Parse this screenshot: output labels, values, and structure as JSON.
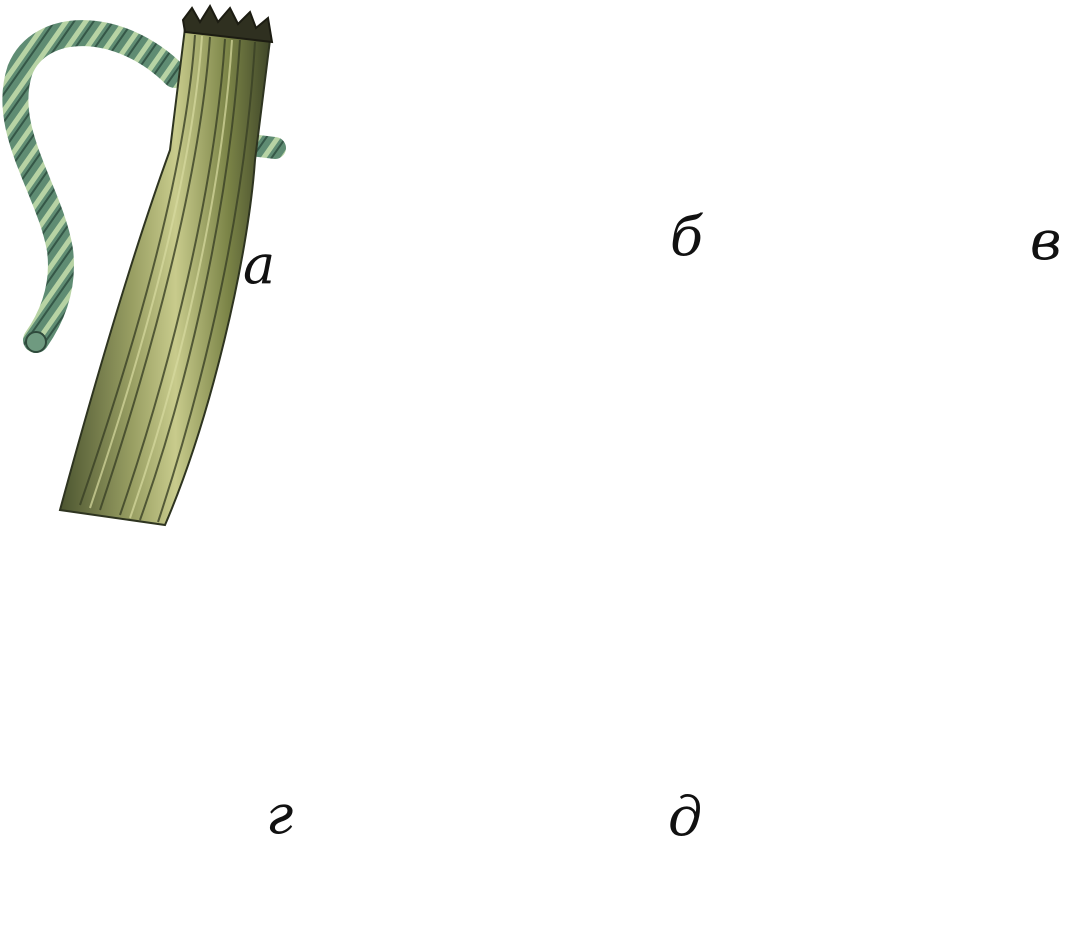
{
  "steps": [
    {
      "id": "a",
      "label": "а"
    },
    {
      "id": "b",
      "label": "б"
    },
    {
      "id": "v",
      "label": "в"
    },
    {
      "id": "g",
      "label": "г"
    },
    {
      "id": "d",
      "label": "д"
    }
  ],
  "colors": {
    "bundle": "#6f7c48",
    "bundle_dark": "#343a24",
    "bundle_light": "#c9cf8e",
    "rope": "#5f8c73",
    "rope_light": "#b7d3a4",
    "arrow": "#e03a2a"
  }
}
